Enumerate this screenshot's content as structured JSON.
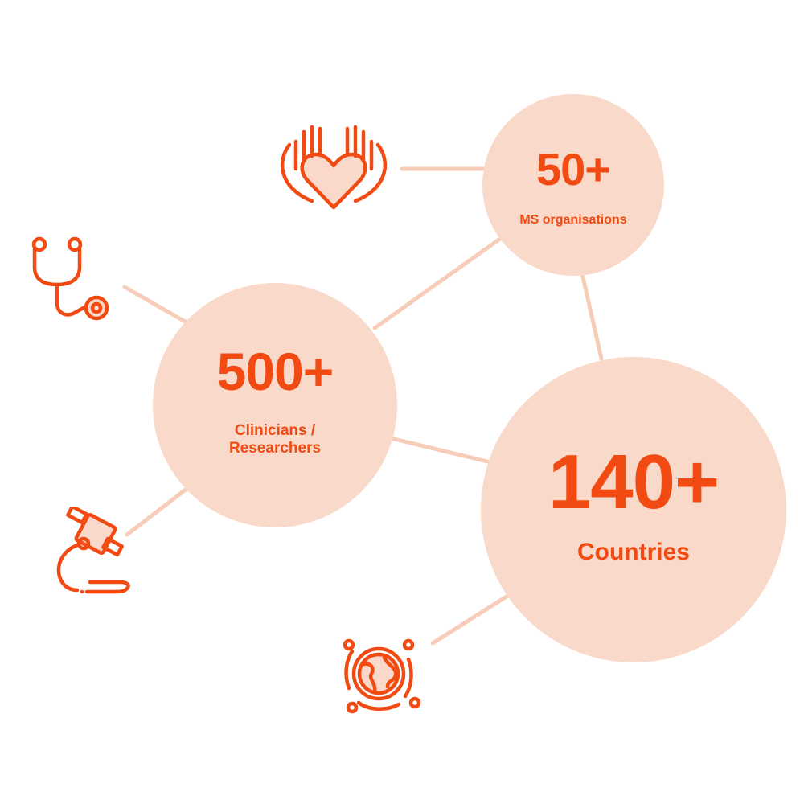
{
  "colors": {
    "accent": "#f14a12",
    "bubble_fill": "#f9d9c9",
    "connector": "#f7cdb9"
  },
  "nodes": {
    "organisations": {
      "value": "50+",
      "label": "MS organisations",
      "icon": "hands-heart-icon"
    },
    "clinicians": {
      "value": "500+",
      "label": "Clinicians / Researchers",
      "icon": [
        "stethoscope-icon",
        "microscope-icon"
      ]
    },
    "countries": {
      "value": "140+",
      "label": "Countries",
      "icon": "globe-icon"
    }
  }
}
